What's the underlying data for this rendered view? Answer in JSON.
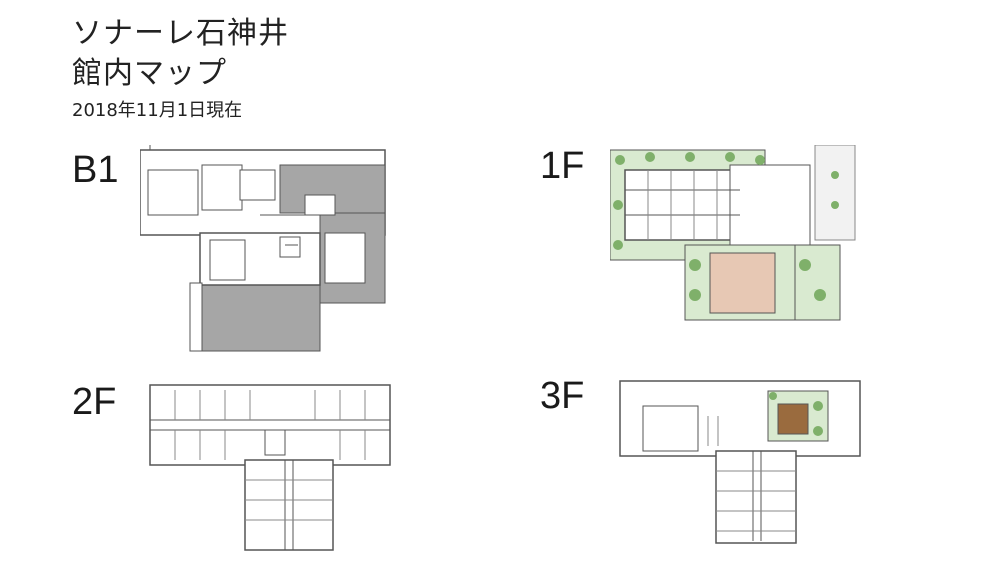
{
  "header": {
    "title_line1": "ソナーレ石神井",
    "title_line2": "館内マップ",
    "as_of": "2018年11月1日現在"
  },
  "floors": [
    {
      "id": "b1",
      "label": "B1"
    },
    {
      "id": "1f",
      "label": "1F"
    },
    {
      "id": "2f",
      "label": "2F"
    },
    {
      "id": "3f",
      "label": "3F"
    }
  ],
  "colors": {
    "wall": "#555555",
    "shade": "#a6a6a6",
    "floor": "#ffffff",
    "greenery": "#7fb06a",
    "garden": "#d9ead0",
    "terrace": "#e7c8b4",
    "deck": "#9a6b3e"
  }
}
